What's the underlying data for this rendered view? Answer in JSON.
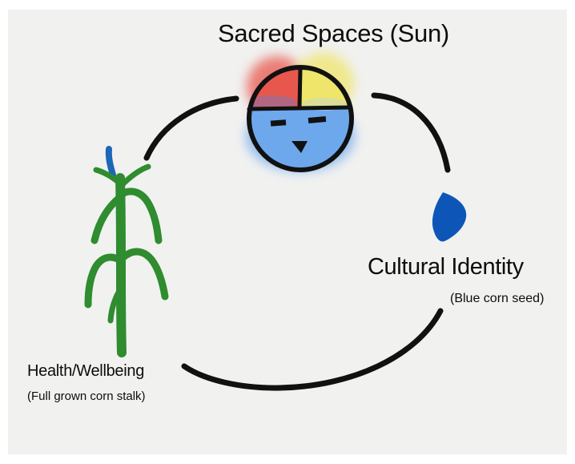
{
  "nodes": {
    "sacred_spaces": {
      "label": "Sacred Spaces (Sun)",
      "icon": "sun-face-icon"
    },
    "cultural_identity": {
      "label": "Cultural Identity",
      "sublabel": "(Blue corn seed)",
      "icon": "blue-corn-seed-icon"
    },
    "health_wellbeing": {
      "label": "Health/Wellbeing",
      "sublabel": "(Full grown corn stalk)",
      "icon": "corn-stalk-icon"
    }
  },
  "colors": {
    "background": "#f1f1f0",
    "stroke": "#111111",
    "sun_red": "#e8574e",
    "sun_yellow": "#efe56a",
    "sun_blue": "#6ea8ec",
    "seed_blue": "#0d56b8",
    "stalk_green": "#2f8c2f"
  }
}
